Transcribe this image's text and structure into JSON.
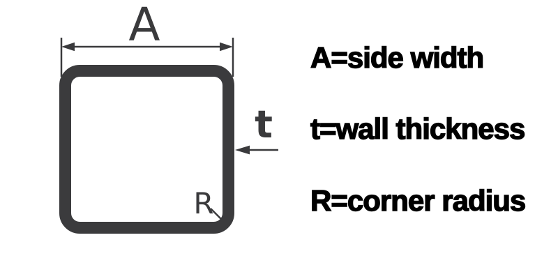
{
  "diagram": {
    "width_label": "A",
    "thickness_label": "t",
    "radius_label": "R",
    "shape_color": "#3b3b3d",
    "line_color": "#3a3a3c",
    "background_color": "#ffffff"
  },
  "legend": {
    "text_color": "#000000",
    "items": [
      {
        "symbol": "A",
        "meaning": "side width",
        "label": "A=side width"
      },
      {
        "symbol": "t",
        "meaning": "wall thickness",
        "label": "t=wall thickness"
      },
      {
        "symbol": "R",
        "meaning": "corner radius",
        "label": "R=corner radius"
      }
    ]
  }
}
